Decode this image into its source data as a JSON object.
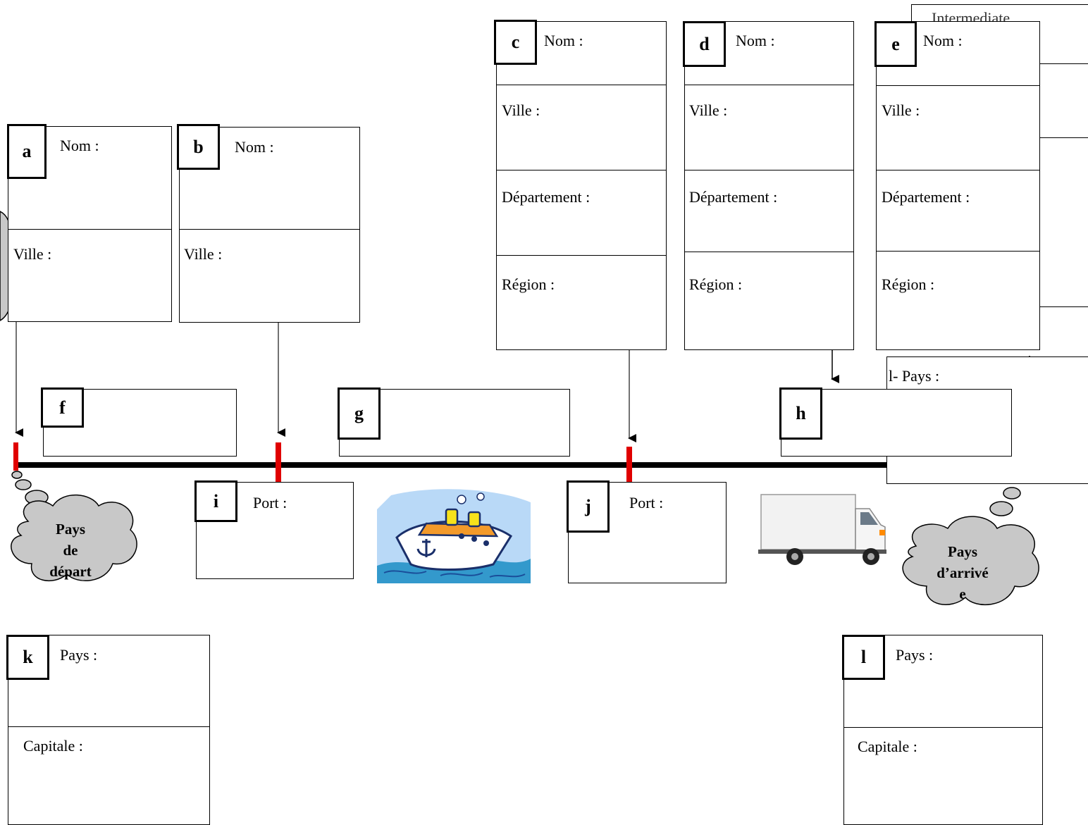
{
  "labels": {
    "nom": "Nom :",
    "ville": "Ville :",
    "departement": "Département :",
    "region": "Région :",
    "port": "Port :",
    "pays": "Pays :",
    "capitale": "Capitale :",
    "pays_l_hidden": "l- Pays :",
    "partial_top_text": "Intermediate"
  },
  "boxes": {
    "a": "a",
    "b": "b",
    "c": "c",
    "d": "d",
    "e": "e",
    "f": "f",
    "g": "g",
    "h": "h",
    "i": "i",
    "j": "j",
    "k": "k",
    "l": "l"
  },
  "clouds": {
    "depart_line1": "Pays",
    "depart_line2": "de",
    "depart_line3": "départ",
    "arrivee_line1": "Pays",
    "arrivee_line2": "d’arrivé",
    "arrivee_line3": "e"
  },
  "icons": {
    "ship": "ship-icon",
    "truck": "truck-icon"
  },
  "colors": {
    "route_line": "#000000",
    "stop_marker": "#e00000",
    "cloud_fill": "#c8c8c8",
    "sea": "#3399cc",
    "ship_bg": "#b9d9f7"
  }
}
